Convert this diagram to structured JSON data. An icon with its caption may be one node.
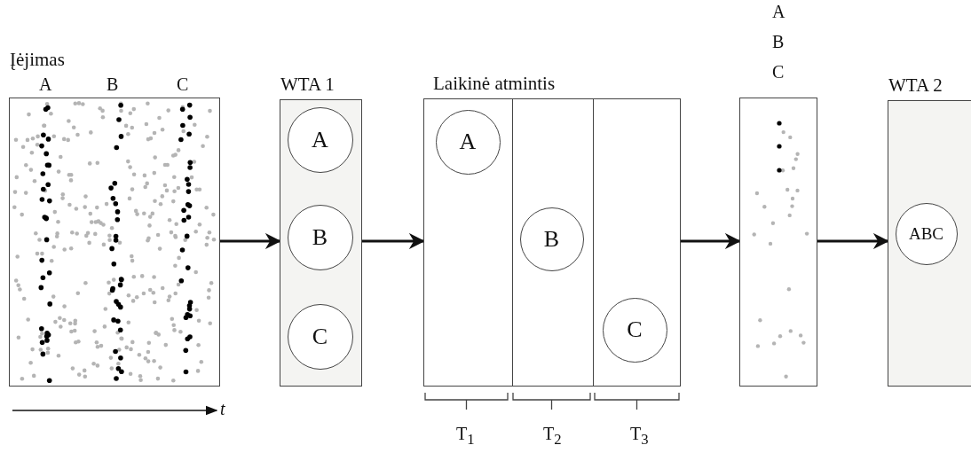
{
  "diagram": {
    "nodes": [
      {
        "text": [
          "Įėjimas"
        ]
      },
      {
        "text": [
          "WTA 1"
        ]
      },
      {
        "text": [
          "A"
        ],
        "in": 1
      },
      {
        "text": [
          "B"
        ],
        "in": 1
      },
      {
        "text": [
          "C"
        ],
        "in": 1
      },
      {
        "text": [
          "Laikinė atmintis"
        ]
      },
      {
        "text": [
          "A"
        ],
        "in": 5
      },
      {
        "text": [
          "B"
        ],
        "in": 5
      },
      {
        "text": [
          "C"
        ],
        "in": 5
      },
      {
        "text": [],
        "shape": "box"
      },
      {
        "text": [
          "WTA 2"
        ]
      },
      {
        "text": [
          "ABC"
        ],
        "in": 10
      }
    ],
    "edges": [
      {
        "from": 0,
        "to": 1,
        "arrow": "to"
      },
      {
        "from": 1,
        "to": 5,
        "arrow": "to"
      },
      {
        "from": 5,
        "to": 9,
        "arrow": "to"
      },
      {
        "from": 9,
        "to": 10,
        "arrow": "to"
      }
    ],
    "labels": [
      "A",
      "B",
      "C",
      "A",
      "B",
      "C",
      "t",
      "T$_{1}$",
      "T$_{2}$",
      "T$_{3}$"
    ]
  }
}
